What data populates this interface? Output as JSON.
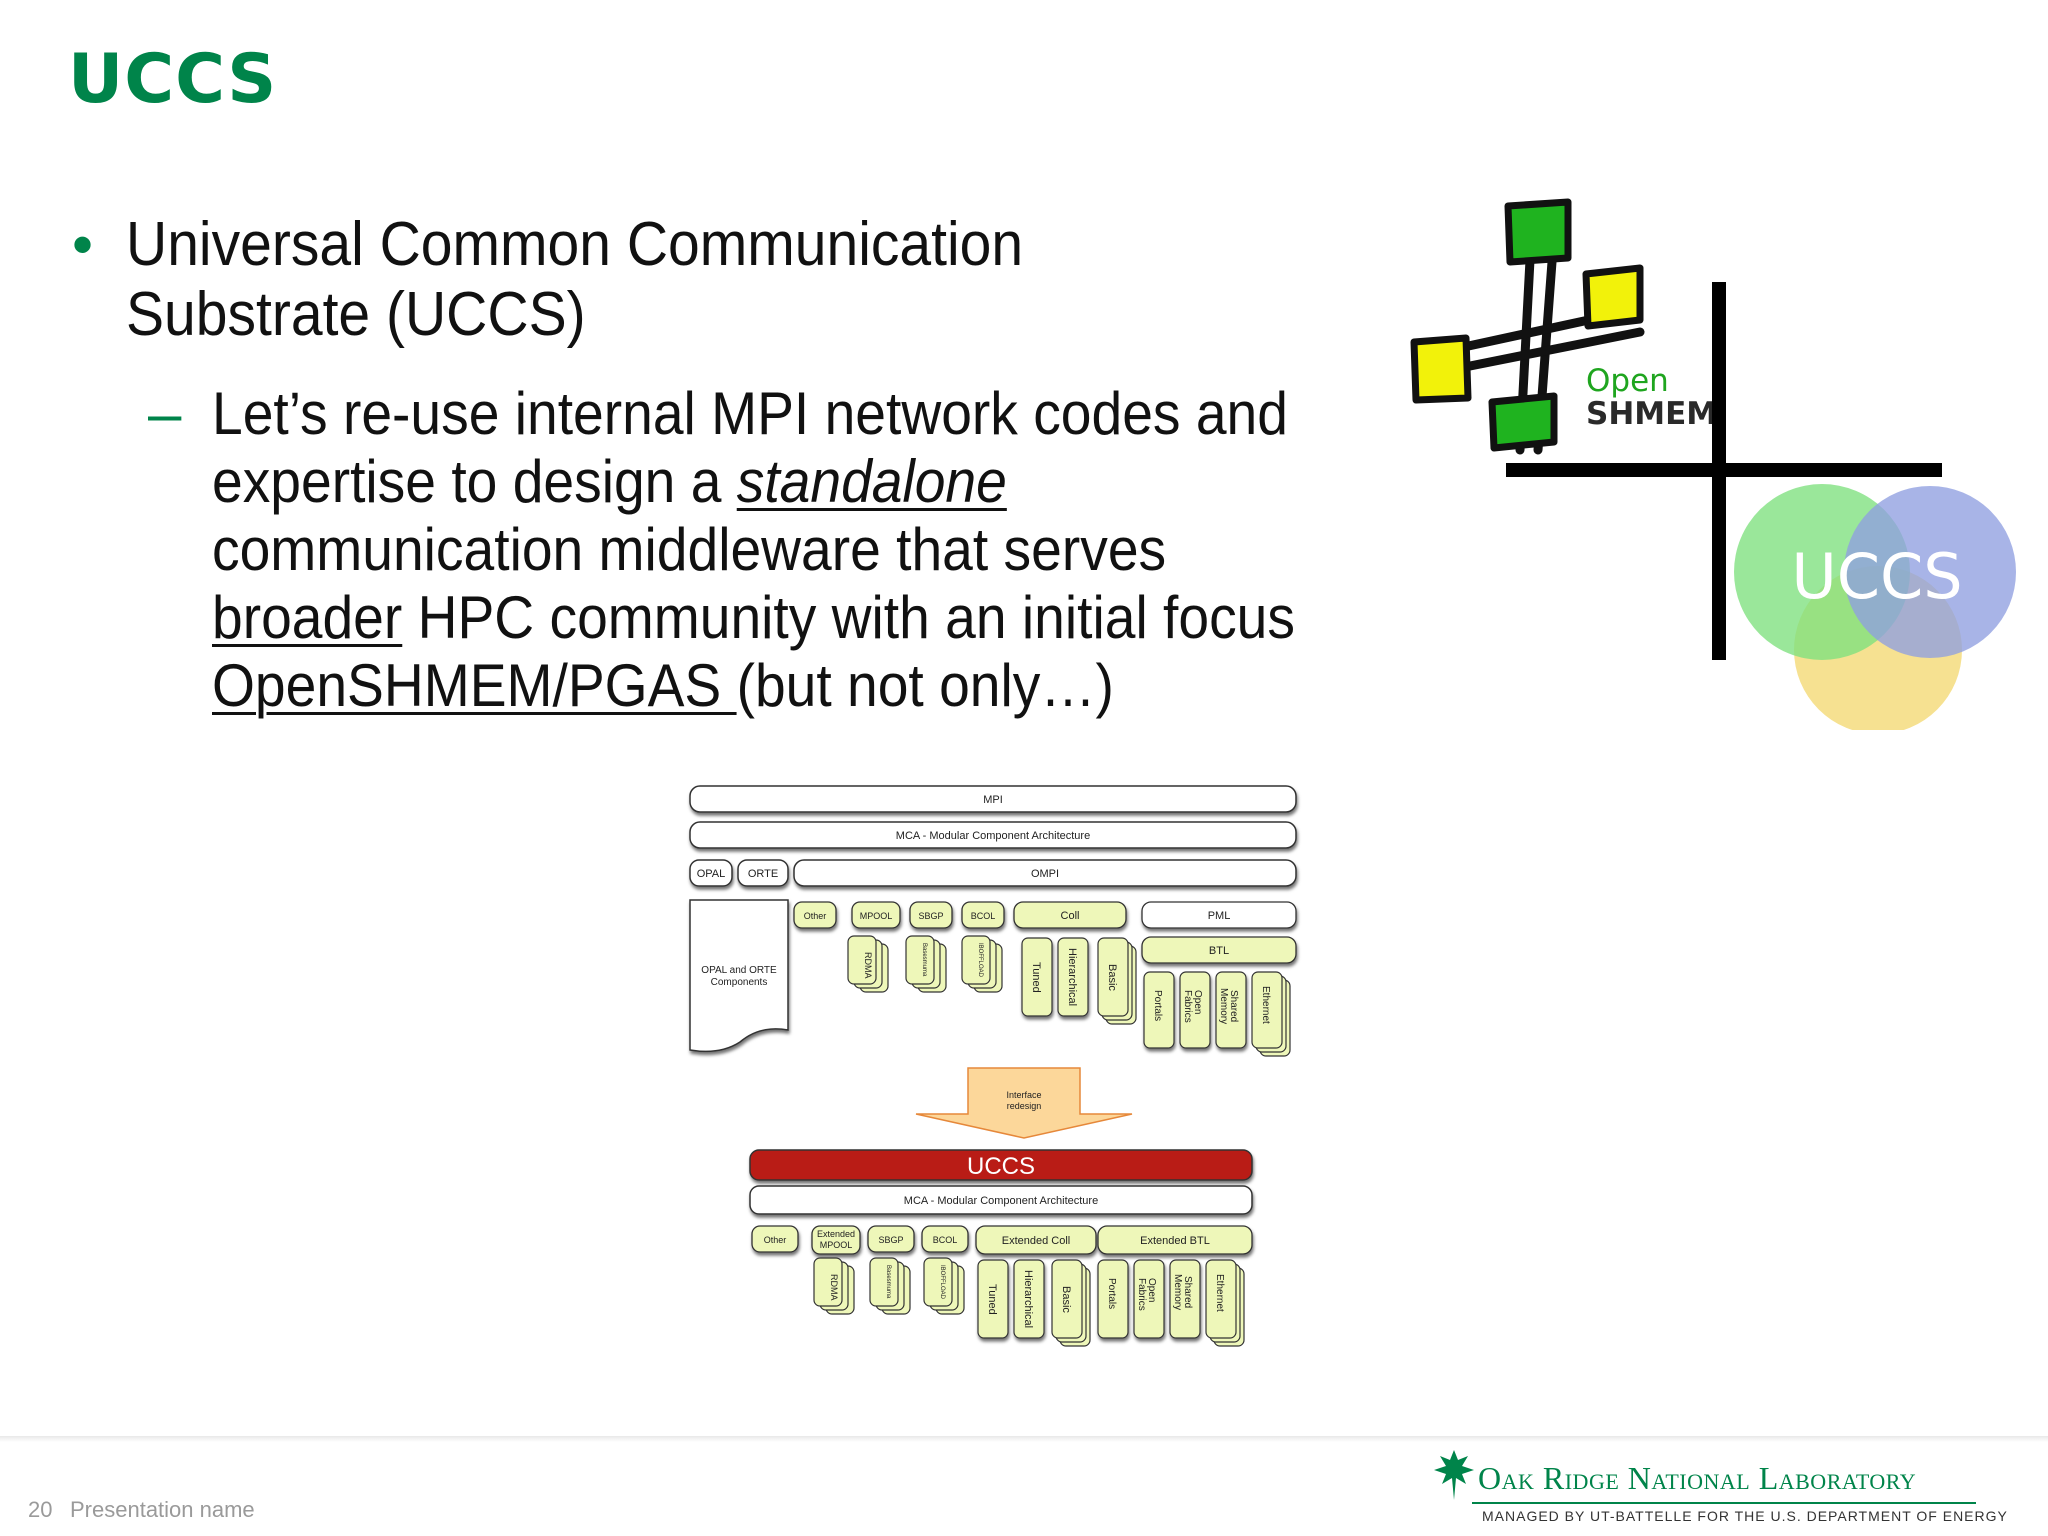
{
  "slide": {
    "title": "UCCS",
    "bullet1": "Universal Common Communication Substrate (UCCS)",
    "bullet2": {
      "part1": "Let’s re-use internal MPI network codes and expertise to design a ",
      "standalone": "standalone",
      "part2": " communication middleware that serves ",
      "broader": "broader",
      "part3": " HPC community with an initial focus ",
      "openshmem": "OpenSHMEM/PGAS ",
      "part4": "(but not only…)"
    }
  },
  "logo": {
    "open": "Open",
    "shmem": "SHMEM",
    "uccs": "UCCS",
    "colors": {
      "green": "#1fb31f",
      "yellow": "#f2f20a",
      "venn_green": "#7ee07e",
      "venn_blue": "#8f9fe0",
      "venn_yellow": "#f4dc7e"
    }
  },
  "diagram": {
    "top": {
      "mpi": "MPI",
      "mca": "MCA - Modular Component Architecture",
      "opal": "OPAL",
      "orte": "ORTE",
      "ompi": "OMPI",
      "opal_orte_components": [
        "OPAL and ORTE",
        "Components"
      ],
      "other": "Other",
      "mpool": "MPOOL",
      "sbgp": "SBGP",
      "bcol": "BCOL",
      "coll": "Coll",
      "pml": "PML",
      "btl": "BTL",
      "rdma": "RDMA",
      "basesmuma": "Basesmuma",
      "iboffload": "IBOFFLOAD",
      "tuned": "Tuned",
      "hierarchical": "Hierarchical",
      "basic": "Basic",
      "portals": "Portals",
      "open_fabrics": [
        "Open",
        "Fabrics"
      ],
      "shared_memory": [
        "Shared",
        "Memory"
      ],
      "ethernet": "Ethernet"
    },
    "arrow": [
      "Interface",
      "redesign"
    ],
    "bottom": {
      "uccs": "UCCS",
      "mca": "MCA - Modular Component Architecture",
      "other": "Other",
      "extended_mpool": [
        "Extended",
        "MPOOL"
      ],
      "sbgp": "SBGP",
      "bcol": "BCOL",
      "extended_coll": "Extended Coll",
      "extended_btl": "Extended BTL",
      "rdma": "RDMA",
      "basesmuma": "Basesmuma",
      "iboffload": "IBOFFLOAD",
      "tuned": "Tuned",
      "hierarchical": "Hierarchical",
      "basic": "Basic",
      "portals": "Portals",
      "open_fabrics": [
        "Open",
        "Fabrics"
      ],
      "shared_memory": [
        "Shared",
        "Memory"
      ],
      "ethernet": "Ethernet"
    },
    "colors": {
      "box_fill": "#eef7b9",
      "uccs_red": "#b91c14",
      "arrow_fill": "#fcd79a",
      "arrow_stroke": "#e6883a"
    }
  },
  "footer": {
    "page_number": "20",
    "presentation_name": "Presentation name",
    "lab_name": "Oak Ridge National Laboratory",
    "lab_sub": "MANAGED BY UT-BATTELLE FOR THE U.S. DEPARTMENT OF ENERGY",
    "brand_green": "#00844a"
  }
}
